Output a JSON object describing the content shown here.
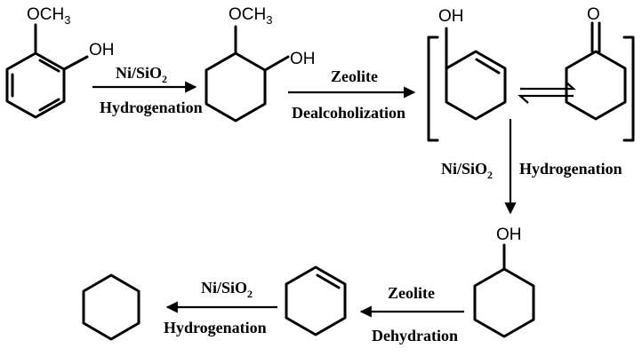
{
  "molecules": {
    "guaiacol": {
      "methoxy_main": "OCH",
      "methoxy_sub": "3",
      "hydroxyl": "OH"
    },
    "methoxycyclohexanol": {
      "methoxy_main": "OCH",
      "methoxy_sub": "3",
      "hydroxyl": "OH"
    },
    "cyclohexenol": {
      "hydroxyl": "OH"
    },
    "cyclohexanone": {
      "carbonyl": "O"
    },
    "cyclohexanol": {
      "hydroxyl": "OH"
    }
  },
  "steps": {
    "step1": {
      "catalyst_main": "Ni/SiO",
      "catalyst_sub": "2",
      "process": "Hydrogenation"
    },
    "step2": {
      "catalyst": "Zeolite",
      "process": "Dealcoholization"
    },
    "step3": {
      "catalyst_main": "Ni/SiO",
      "catalyst_sub": "2",
      "process": "Hydrogenation"
    },
    "step4": {
      "catalyst": "Zeolite",
      "process": "Dehydration"
    },
    "step5": {
      "catalyst_main": "Ni/SiO",
      "catalyst_sub": "2",
      "process": "Hydrogenation"
    }
  }
}
